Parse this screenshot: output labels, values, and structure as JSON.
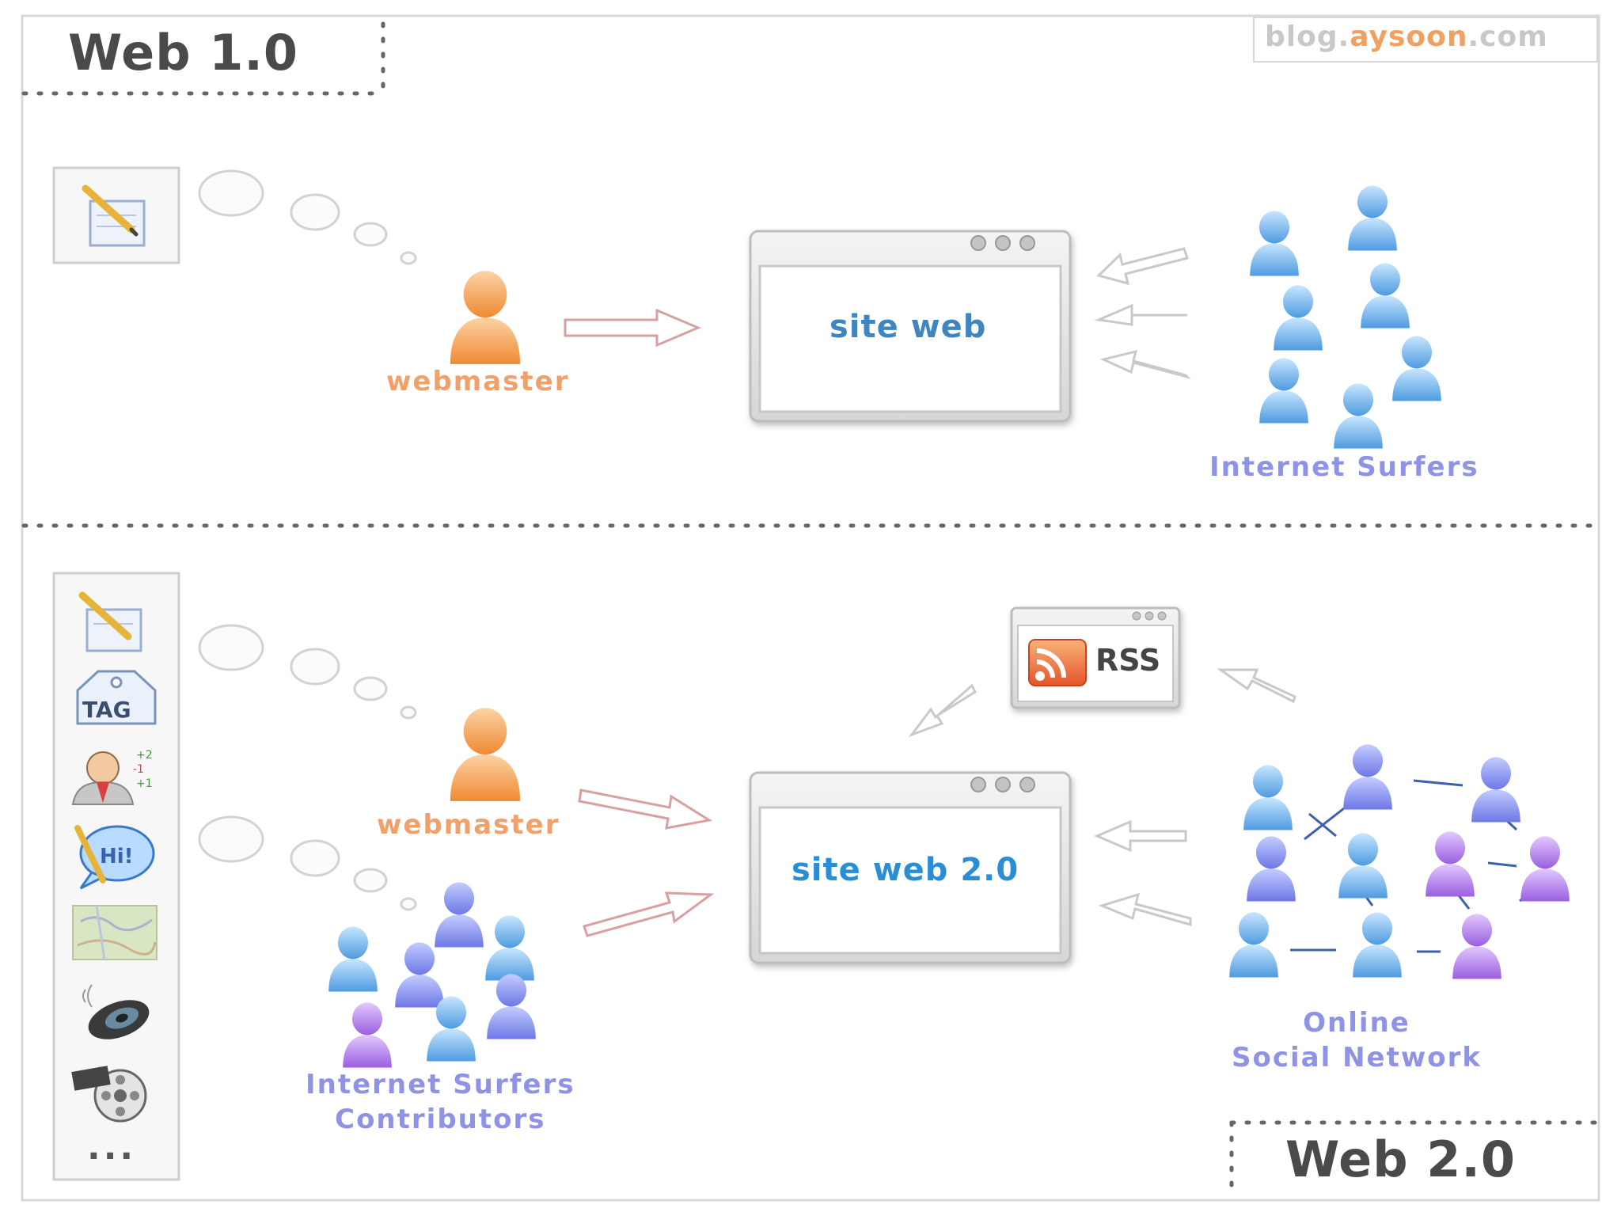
{
  "watermark": {
    "prefix": "blog.",
    "brand": "aysoon",
    "suffix": ".com"
  },
  "web1": {
    "title": "Web 1.0",
    "webmaster_label": "webmaster",
    "site_label": "site web",
    "surfers_label": "Internet Surfers"
  },
  "web2": {
    "title": "Web 2.0",
    "webmaster_label": "webmaster",
    "site_label": "site web 2.0",
    "rss_label": "RSS",
    "contributors_line1": "Internet Surfers",
    "contributors_line2": "Contributors",
    "network_line1": "Online",
    "network_line2": "Social Network",
    "tool_tag_label": "TAG",
    "tools_more": "..."
  },
  "colors": {
    "orange_user": "#f39a4c",
    "blue_user": "#6aaee8",
    "purple_user": "#a56fe0",
    "orange_text": "#f1a06a",
    "blue_text": "#8f93e6",
    "arrow_stroke": "#d8a0a0",
    "arrow_gray": "#c8c8c8"
  }
}
